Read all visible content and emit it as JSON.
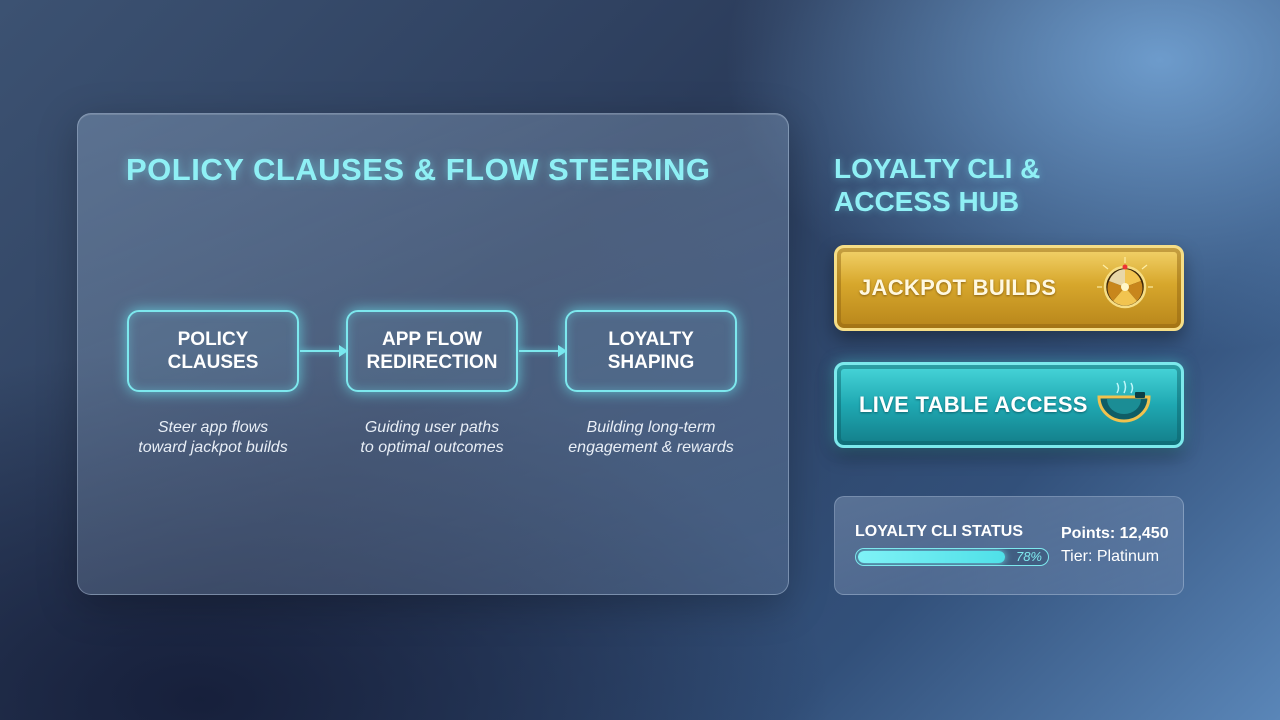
{
  "panel": {
    "title": "POLICY CLAUSES & FLOW STEERING",
    "steps": [
      {
        "line1": "POLICY",
        "line2": "CLAUSES",
        "caption1": "Steer app flows",
        "caption2": "toward jackpot builds"
      },
      {
        "line1": "APP FLOW",
        "line2": "REDIRECTION",
        "caption1": "Guiding user paths",
        "caption2": "to optimal outcomes"
      },
      {
        "line1": "LOYALTY",
        "line2": "SHAPING",
        "caption1": "Building long-term",
        "caption2": "engagement & rewards"
      }
    ]
  },
  "hub": {
    "title_line1": "LOYALTY CLI &",
    "title_line2": "ACCESS HUB",
    "jackpot_label": "JACKPOT BUILDS",
    "jackpot_icon": "roulette-wheel-icon",
    "live_label": "LIVE TABLE ACCESS",
    "live_icon": "card-table-icon"
  },
  "status": {
    "label": "LOYALTY CLI STATUS",
    "progress_text": "78%",
    "progress_value": 0.78,
    "points": "Points: 12,450",
    "tier": "Tier: Platinum"
  },
  "colors": {
    "accent_cyan": "#8ff0f5",
    "gold": "#d7a72c",
    "teal": "#1fa8b2"
  }
}
